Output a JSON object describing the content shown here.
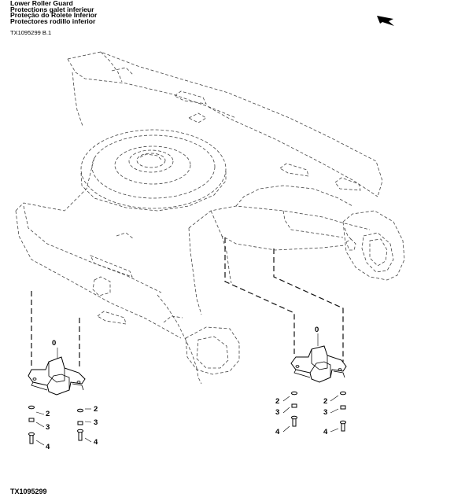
{
  "title": {
    "lines": [
      "Lower Roller Guard",
      "Protections galet inferieur",
      "Proteção do Rolete Inferior",
      "Protectores rodillo inferior"
    ]
  },
  "figure_code": "TX1095299 B.1",
  "footer_code": "TX1095299",
  "callouts": {
    "left_guard": "0",
    "left_washer_a": "2",
    "left_nut_a": "3",
    "left_bolt_a": "4",
    "left_washer_b": "2",
    "left_nut_b": "3",
    "left_bolt_b": "4",
    "right_guard": "0",
    "right_washer_a": "2",
    "right_nut_a": "3",
    "right_bolt_a": "4",
    "right_washer_b": "2",
    "right_nut_b": "3",
    "right_bolt_b": "4"
  },
  "icons": {
    "orientation": "direction-arrow-icon"
  }
}
